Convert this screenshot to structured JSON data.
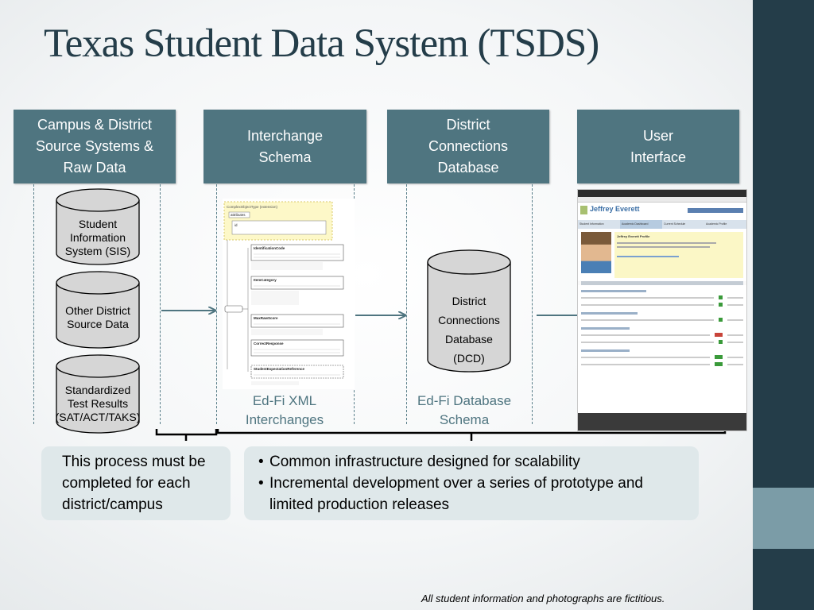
{
  "title": "Texas Student Data System (TSDS)",
  "headers": [
    {
      "lines": [
        "Campus & District",
        "Source Systems &",
        "Raw Data"
      ]
    },
    {
      "lines": [
        "Interchange",
        "Schema"
      ]
    },
    {
      "lines": [
        "District",
        "Connections",
        "Database"
      ]
    },
    {
      "lines": [
        "User",
        "Interface"
      ]
    }
  ],
  "sources": [
    {
      "lines": [
        "Student",
        "Information",
        "System (SIS)"
      ]
    },
    {
      "lines": [
        "Other District",
        "Source Data"
      ]
    },
    {
      "lines": [
        "Standardized",
        "Test Results",
        "(SAT/ACT/TAKS)"
      ]
    }
  ],
  "dcd": {
    "lines": [
      "District",
      "Connections",
      "Database",
      "(DCD)"
    ]
  },
  "captions": {
    "xml": [
      "Ed-Fi XML",
      "Interchanges"
    ],
    "db": [
      "Ed-Fi Database",
      "Schema"
    ]
  },
  "notes": {
    "left": [
      "This process must be",
      "completed for each",
      "district/campus"
    ],
    "right": [
      "Common infrastructure designed for scalability",
      "Incremental development over a series of prototype and limited production releases"
    ]
  },
  "footer": "All student information and photographs are fictitious.",
  "schema_thumb": {
    "root": "ComplexObjectType (extension)",
    "attributes": "attributes",
    "id": "id",
    "elements": [
      "IdentificationCode",
      "ItemCategory",
      "MaxRawScore",
      "CorrectResponse",
      "StudentExpectationReference"
    ]
  },
  "ui_thumb": {
    "student": "Jeffrey Everett",
    "tabs": [
      "Student Information",
      "Academic Dashboard",
      "Current Schedule",
      "Academic Profile"
    ],
    "profile_heading": "Jeffrey Everett Profile"
  },
  "colors": {
    "header": "#4f7580",
    "sidebar": "#243d49",
    "accent": "#7b9ca7",
    "caption": "#4f7580",
    "note_bg": "#dfe8ea"
  }
}
